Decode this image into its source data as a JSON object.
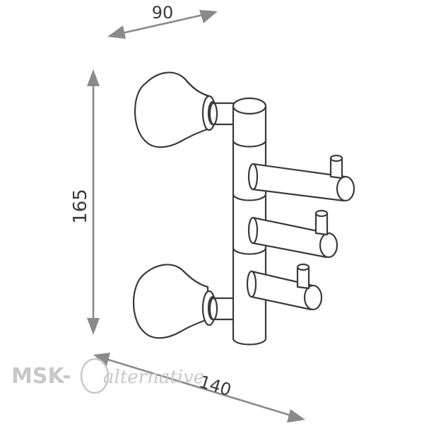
{
  "dimensions": {
    "width": "90",
    "height": "165",
    "depth": "140"
  },
  "watermark": {
    "brand": "MSK-",
    "script": "alternative"
  },
  "colors": {
    "line": "#3a3a3a",
    "arrow": "#8a8a8a",
    "watermark": "#c8c8c8"
  }
}
